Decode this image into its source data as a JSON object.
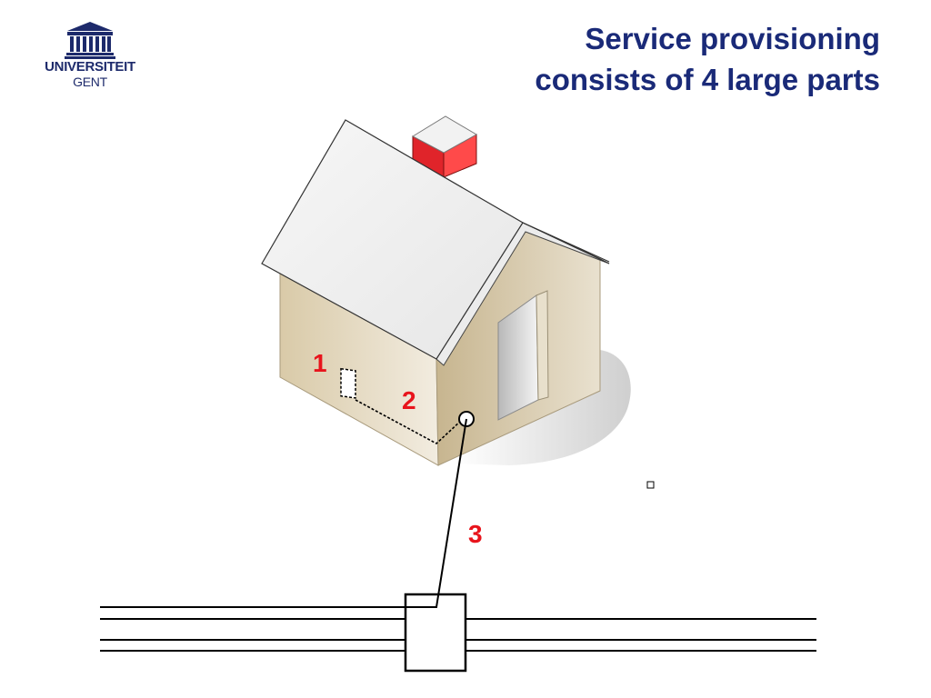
{
  "logo": {
    "line1": "UNIVERSITEIT",
    "line2": "GENT"
  },
  "title": {
    "line1": "Service provisioning",
    "line2": "consists of 4 large parts"
  },
  "labels": {
    "part1": "1",
    "part2": "2",
    "part3": "3"
  },
  "colors": {
    "title": "#1a2a78",
    "labels": "#e8141c",
    "chimney": "#e0242a",
    "wall": "#d8cbb0"
  },
  "icons": {
    "logo_building": "university-building-icon",
    "house": "house-icon"
  }
}
